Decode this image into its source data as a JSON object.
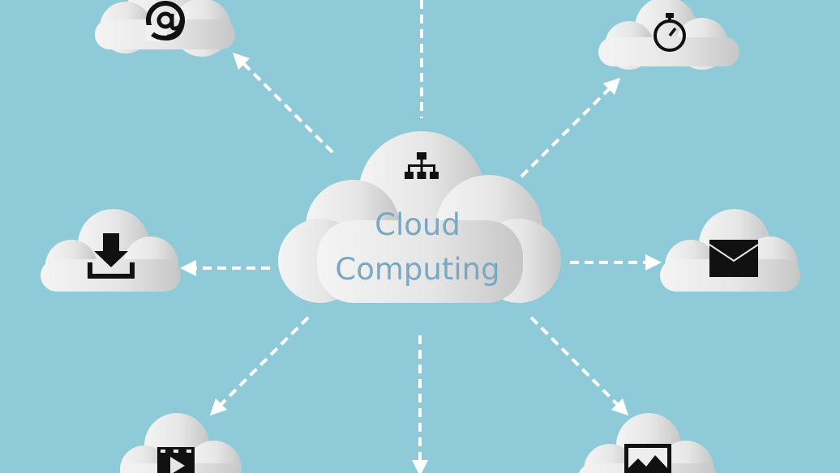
{
  "diagram": {
    "center": {
      "line1": "Cloud",
      "line2": "Computing",
      "icon": "network-hierarchy-icon"
    },
    "satellites": [
      {
        "name": "cloud-email",
        "icon": "at-sign-icon"
      },
      {
        "name": "cloud-timer",
        "icon": "stopwatch-icon"
      },
      {
        "name": "cloud-download",
        "icon": "download-icon"
      },
      {
        "name": "cloud-mail",
        "icon": "envelope-icon"
      },
      {
        "name": "cloud-video",
        "icon": "film-play-icon"
      },
      {
        "name": "cloud-image",
        "icon": "picture-icon"
      }
    ],
    "colors": {
      "background": "#8fcad8",
      "cloud_fill_light": "#f2f2f2",
      "cloud_fill_dark": "#c9c9c9",
      "arrow": "#ffffff",
      "icon": "#111111",
      "label": "#7aa8c2"
    }
  }
}
